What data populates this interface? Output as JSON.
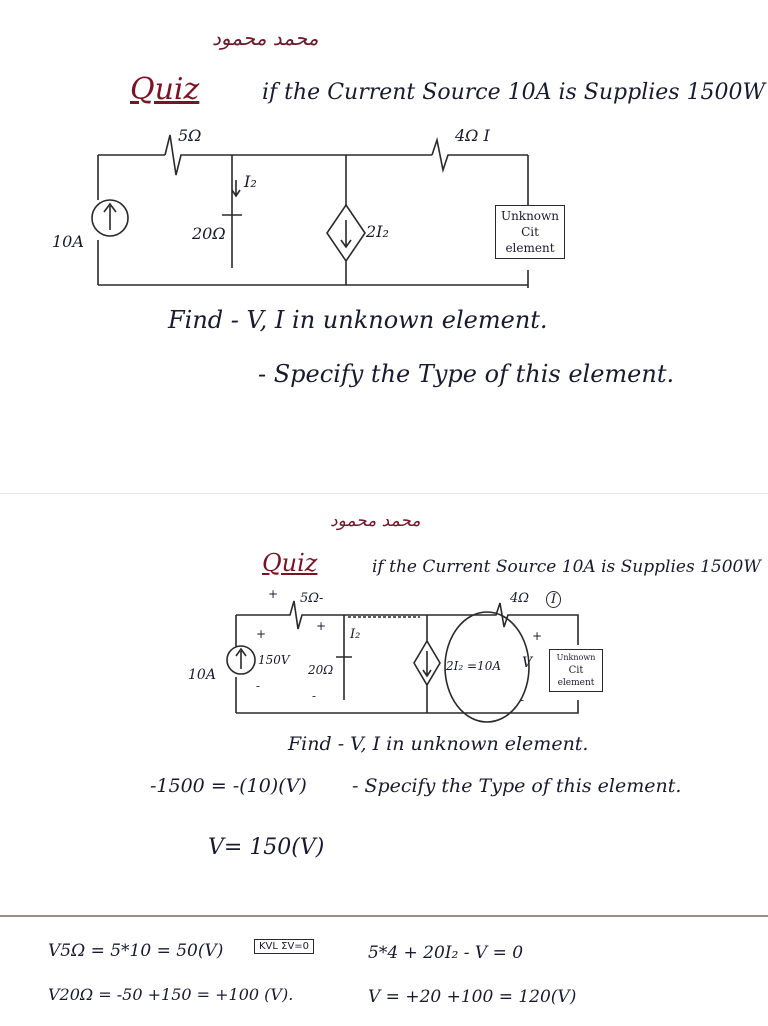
{
  "page1": {
    "arabic_heading": "محمد محمود",
    "quiz_label": "Quiz",
    "question": "if the Current Source 10A is Supplies 1500W",
    "label_5ohm": "5Ω",
    "label_4ohm": "4Ω I",
    "label_I2": "I₂",
    "label_20ohm": "20Ω",
    "label_10A": "10A",
    "label_dep_source": "2I₂",
    "unknown_box": [
      "Unknown",
      "Cit",
      "element"
    ],
    "find_line": "Find - V, I in unknown element.",
    "specify_line": "- Specify the Type of this element."
  },
  "page2": {
    "arabic_heading": "محمد محمود",
    "quiz_label": "Quiz",
    "question": "if the Current Source 10A is Supplies 1500W",
    "label_5ohm": "5Ω-",
    "plus_left": "+",
    "plus_mid": "+",
    "label_4ohm": "4Ω",
    "label_I_circled": "I",
    "label_I2": "I₂",
    "label_150V": "150V",
    "minus_left": "-",
    "label_20ohm": "20Ω",
    "minus_mid": "-",
    "label_10A": "10A",
    "label_dep_source": "2I₂ =10A",
    "label_V": "V",
    "plus_right": "+",
    "minus_right": "-",
    "unknown_box": [
      "Unknown",
      "Cit",
      "element"
    ],
    "find_line": "Find - V, I in unknown element.",
    "power_eq": "-1500 = -(10)(V)",
    "specify_line": "- Specify the Type of this element.",
    "v_result": "V= 150(V)"
  },
  "page3": {
    "v5_eq": "V5Ω = 5*10 = 50(V)",
    "kvl_box": "KVL ΣV=0",
    "kvl_eq": "5*4 + 20I₂ - V = 0",
    "v20_eq": "V20Ω = -50 +150 = +100 (V).",
    "v_final": "V = +20 +100 = 120(V)"
  }
}
